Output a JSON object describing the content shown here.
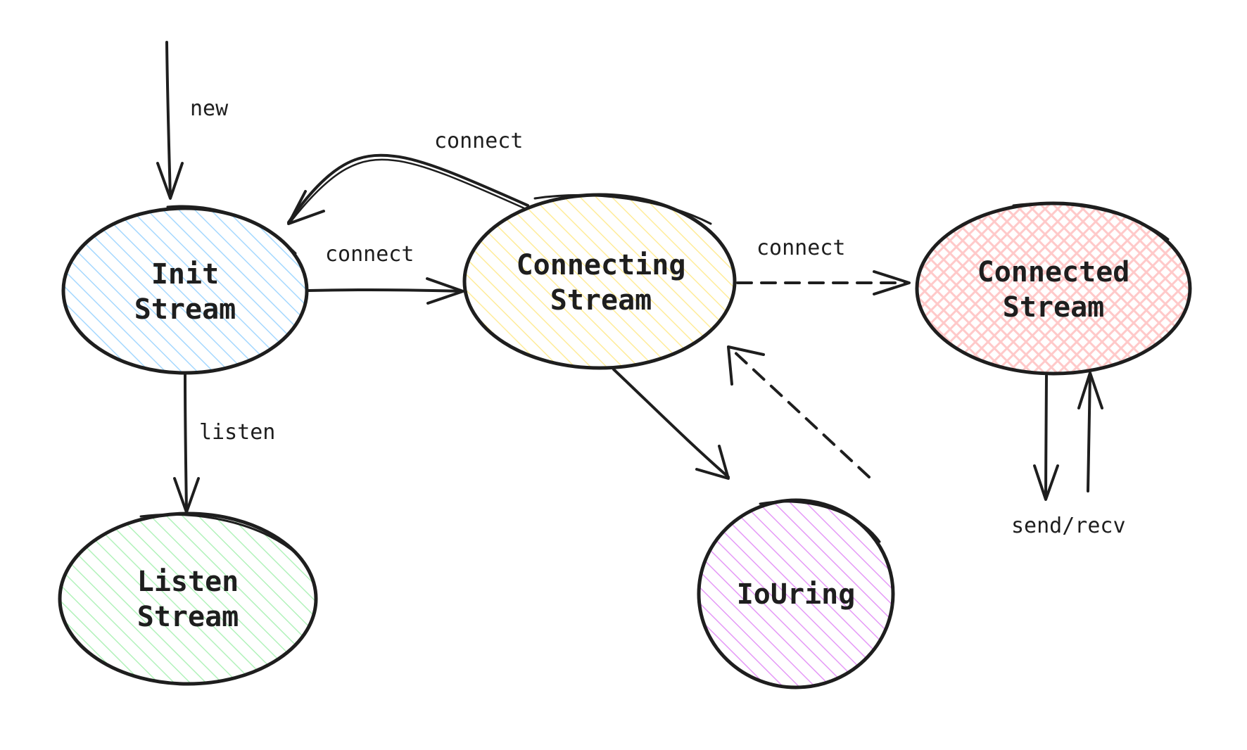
{
  "nodes": {
    "init": {
      "line1": "Init",
      "line2": "Stream",
      "color": "#a5d8ff"
    },
    "connecting": {
      "line1": "Connecting",
      "line2": "Stream",
      "color": "#ffec99"
    },
    "connected": {
      "line1": "Connected",
      "line2": "Stream",
      "color": "#ffc9c9"
    },
    "listen": {
      "line1": "Listen",
      "line2": "Stream",
      "color": "#b2f2bb"
    },
    "iouring": {
      "label": "IoUring",
      "color": "#e599f7"
    }
  },
  "edges": {
    "new": "new",
    "connect_back": "connect",
    "connect_forward": "connect",
    "connect_connected": "connect",
    "listen": "listen",
    "send_recv": "send/recv"
  }
}
